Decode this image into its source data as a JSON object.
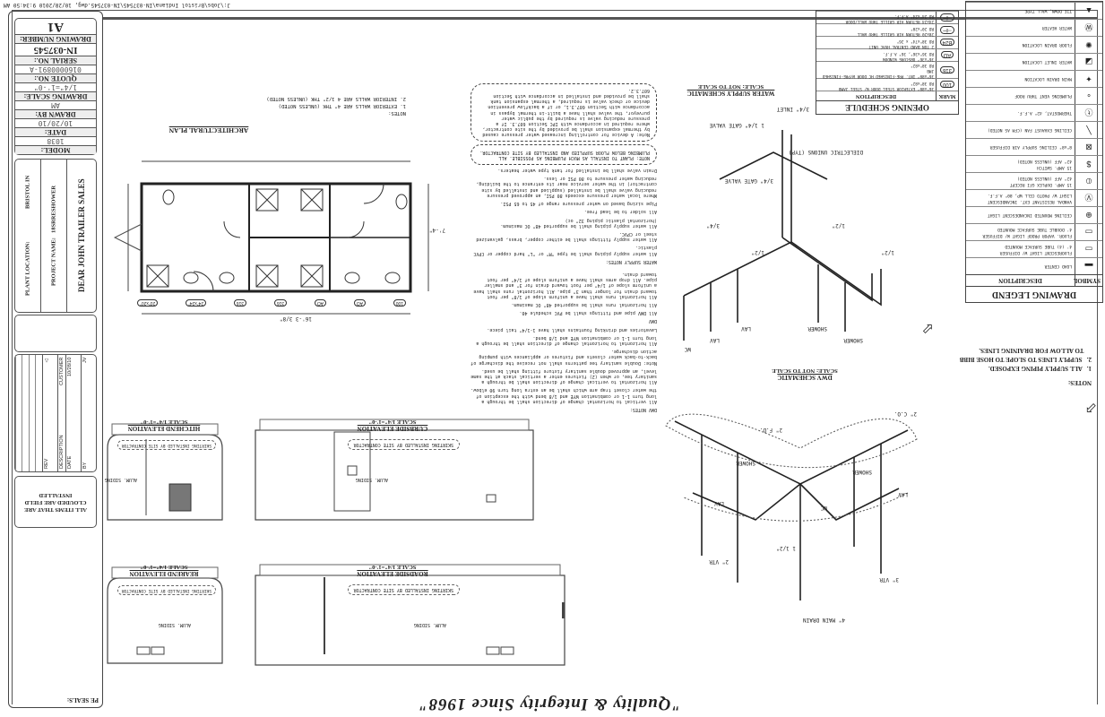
{
  "file_path": "J:\\Jobs\\Bristol Indiana\\IN-037545\\IN-037545.dwg, 10/28/2010 9:34:50 AM",
  "banner": "\"Quality & Integrity Since 1968\"",
  "title_block": {
    "pe_seals": "PE SEALS:",
    "clouded_note": "ALL ITEMS THAT ARE CLOUDED ARE FIELD INSTALLED",
    "revision_headers": {
      "rev": "REV",
      "description": "DESCRIPTION",
      "date": "DATE",
      "by": "BY"
    },
    "revision_rows": [
      {
        "rev": "△",
        "description": "CUSTOMER",
        "date": "10/28/10",
        "by": "JV"
      }
    ],
    "client": "DEAR JOHN TRAILER SALES",
    "project_name_label": "PROJECT NAME:",
    "project_name": "18SRRESHOWER",
    "plant_location_label": "PLANT LOCATION:",
    "plant_location": "BRISTOL IN",
    "fields": [
      {
        "label": "MODEL:",
        "value": "1038"
      },
      {
        "label": "DATE:",
        "value": "10/20/10"
      },
      {
        "label": "DRAWN BY:",
        "value": "AM"
      },
      {
        "label": "DRAWING SCALE:",
        "value": "1/4\"=1'-0\""
      },
      {
        "label": "QUOTE NO.:",
        "value": "0160000891-A"
      },
      {
        "label": "SERIAL NO.:",
        "value": "IN-037545"
      },
      {
        "label": "DRAWING NUMBER:",
        "value": "A1"
      }
    ]
  },
  "legend": {
    "title": "DRAWING LEGEND",
    "symbol_header": "SYMBOL",
    "description_header": "DESCRIPTION",
    "rows": [
      {
        "icon": "load-center-icon",
        "glyph": "▬",
        "lines": [
          "LOAD CENTER"
        ]
      },
      {
        "icon": "fluorescent-light-icon",
        "glyph": "▭",
        "lines": [
          "FLUORESCENT LIGHT W/ DIFFUSER",
          "4' (4) TUBE SURFACE MOUNTED"
        ]
      },
      {
        "icon": "vapor-proof-light-icon",
        "glyph": "▭",
        "lines": [
          "FLUOR. VAPOR PROOF LIGHT W/ DIFFUSER",
          "4' DOUBLE TUBE SURFACE MOUNTED"
        ]
      },
      {
        "icon": "ceiling-light-icon",
        "glyph": "⊕",
        "lines": [
          "CEILING MOUNTED INCANDESCENT LIGHT"
        ]
      },
      {
        "icon": "exterior-light-icon",
        "glyph": "Ⓥ",
        "lines": [
          "VANDAL RESISTANT EXT. INCANDESCENT",
          "LIGHT W/ PHOTO CELL WP, 80\" A.F.F."
        ]
      },
      {
        "icon": "gfi-receptacle-icon",
        "glyph": "⦶",
        "lines": [
          "15 AMP. DUPLEX GFI RECEPT",
          "42\" AFF (UNLESS NOTED)"
        ]
      },
      {
        "icon": "switch-icon",
        "glyph": "$",
        "lines": [
          "15 AMP. SWITCH",
          "42\" AFF (UNLESS NOTED)"
        ]
      },
      {
        "icon": "supply-diffuser-icon",
        "glyph": "⊠",
        "lines": [
          "8\"x8\" CEILING SUPPLY AIR DIFFUSER"
        ]
      },
      {
        "icon": "exhaust-fan-icon",
        "glyph": "╲",
        "lines": [
          "CEILING EXHAUST FAN (CFM AS NOTED)"
        ]
      },
      {
        "icon": "thermostat-icon",
        "glyph": "ⓣ",
        "lines": [
          "THERMOSTAT, 42\" A.F.F."
        ]
      },
      {
        "icon": "plumbing-vent-icon",
        "glyph": "∘",
        "lines": [
          "PLUMBING VENT THRU ROOF"
        ]
      },
      {
        "icon": "main-drain-icon",
        "glyph": "✦",
        "lines": [
          "MAIN DRAIN LOCATION"
        ]
      },
      {
        "icon": "water-inlet-icon",
        "glyph": "◪",
        "lines": [
          "WATER INLET LOCATION"
        ]
      },
      {
        "icon": "floor-drain-icon",
        "glyph": "✺",
        "lines": [
          "FLOOR DRAIN LOCATION"
        ]
      },
      {
        "icon": "water-heater-icon",
        "glyph": "Ⓦ",
        "lines": [
          "WATER HEATER"
        ]
      },
      {
        "icon": "tie-down-icon",
        "glyph": "▲",
        "lines": [
          "TIE DOWN, WALL TYPE"
        ]
      }
    ]
  },
  "schedule": {
    "title": "OPENING SCHEDULE",
    "mark_header": "MARK",
    "description_header": "DESCRIPTION",
    "rows": [
      {
        "mark": "100",
        "lines": [
          "36\"x80\" EXTERIOR STEEL DOOR W/ STEEL JAMB",
          "RO 38\"x82\""
        ]
      },
      {
        "mark": "316",
        "lines": [
          "36\"x80\" INT. PRE-FINISHED HC DOOR W/PRE-FINISHED JMB",
          "RO 38\"x82\""
        ]
      },
      {
        "mark": "AO",
        "lines": [
          "36\"x36\" OBSCURE WINDOW",
          "RO 36\"x36\", 36\" A.F.F."
        ]
      },
      {
        "mark": "B24",
        "lines": [
          "2 TON BARD CENTRAL HVAC UNIT",
          "RO 38\"x74\" x 26\""
        ]
      },
      {
        "mark": "⊣⊢",
        "lines": [
          "20x20 RETURN AIR GRILLE THRU WALL",
          "RO 20\"x20\""
        ]
      },
      {
        "mark": "⊣⊢",
        "lines": [
          "24x24 RETURN AIR GRILLE THRU WALL/DOOR",
          "RO 24\"x24\" A.F.F."
        ]
      }
    ]
  },
  "supply_notes": {
    "heading": "NOTES:",
    "items": [
      "1.   ALL SUPPLY PIPING EXPOSED.",
      "2.   SUPPLY LINES TO SLOPE TO HOSE BIBB",
      "     TO ALLOW FOR DRAINING LINES."
    ]
  },
  "general_notes": {
    "cloud1": "NOTE: PLANT TO INSTALL AS MUCH PLUMBING AS POSSIBLE. ALL PLUMBING BELOW FLOOR SUPPLIED AND INSTALLED BY SITE CONTRACTOR.",
    "cloud2": "Note: A device for controlling increased water pressure caused by thermal expansion shall be provided by the site contractor, where required in accordance with IPC Section 607.3. If a pressure reducing valve is required by the public water purveyor, the valve shall have a built-in thermal bypass in accordance with Section 607.3.1, or if a backflow prevention device or check valve is required, a thermal expansion tank shall be provided and installed in accordance with Section 607.3.2.",
    "drain": "Drain valve shall be installed for tank type water heaters.",
    "pressure": "Where local water pressure exceeds 80 PSI, an approved pressure reducing valve shall be installed (supplied and installed by site contractor) in the water service near its entrance to the building, reducing water pressure to 80 PSI or less.",
    "pipe_sizing": "Pipe sizing based on water pressure range of 45 to 65 PSI.",
    "water_heading": "WATER SUPPLY NOTES:",
    "water_items": [
      "All water supply piping shall be type \"M\" or \"L\" hard copper or CPVC plastic.",
      "All water supply fittings shall be either copper, brass, galvanized steel or CPVC.",
      "All water supply piping shall be supported 48\" OC maximum. (horizontal plastic piping 32\" oc)",
      "All solder to be lead free."
    ],
    "dwv_heading": "DWV NOTES:",
    "dwv_items": [
      "All vertical to horizontal change of direction shall be through a long turn 1-1 or combination WYE and 1/8 bend with the exception of the water closet trap arm which shall be an extra long turn 90 elbow.",
      "All horizontal to vertical change of direction shall be through a sanitary tee, or when (2) fixtures enter a vertical stack at the same level, an approved double sanitary fixture fitting shall be used.",
      "Note: Double sanitary tee patterns shall not receive the discharge of back-to-back water closets and fixtures or appliances with pumping action discharge.",
      "All horizontal to horizontal change of direction shall be through a long turn 1-1 or combination WYE and 1/8 bend.",
      "Lavatories and drinking fountains shall have 1-1/4\" tail piece.",
      "DWV",
      "All DWV pipe and fittings shall be PVC schedule 40.",
      "All horizontal runs shall be supported 48\" OC maximum.",
      "All horizontal runs shall have a uniform slope of 1/8\" per foot toward drain for longer than 3\" pipe. All horizontal runs shall have a uniform slope of 1/4\" per foot toward drain for 3\" and smaller pipe. All drop arms shall have a uniform slope of 1/4\" per foot toward drain."
    ]
  },
  "drawings": {
    "arch_plan": {
      "title": "ARCHITECTURAL PLAN",
      "notes_heading": "NOTES:",
      "notes": [
        "1.  EXTERIOR WALLS ARE 4\" THK (UNLESS NOTED)",
        "2.  INTERIOR WALLS ARE 4 1/2\" THK (UNLESS NOTED)"
      ],
      "overall_dim": "16'-3 3/8\"",
      "width_dim": "7'-4\"",
      "marks": [
        "100",
        "AO",
        "AO",
        "316",
        "316",
        "24\"x24\"",
        "20\"x20\""
      ]
    },
    "water_schematic": {
      "title": "WATER SUPPLY SCHEMATIC",
      "scale": "SCALE: NOT TO SCALE",
      "labels": [
        "1/2\"",
        "1/2\"",
        "1/2\"",
        "3/4\"",
        "SHOWER",
        "SHOWER",
        "LAV",
        "LAV",
        "WC",
        "3/4\" GATE VALVE",
        "DIELECTRIC UNIONS (TYP)",
        "3/4\" INLET",
        "1 1/4\" GATE VALVE"
      ]
    },
    "dwv_schematic": {
      "title": "DWV SCHEMATIC",
      "scale": "SCALE: NOT TO SCALE",
      "labels": [
        "4\" MAIN DRAIN",
        "2\" C.O.",
        "3\" VTR",
        "2\" VTR",
        "1 1/2\"",
        "SHOWER",
        "SHOWER",
        "LAV",
        "LAV",
        "WC",
        "2\" F.D."
      ]
    },
    "elevations": [
      {
        "title": "ROADSIDE ELEVATION",
        "scale": "SCALE 1/4\"=1'-0\"",
        "skirt": "SKIRTING INSTALLED BY SITE CONTRACTOR",
        "siding": "ALUM. SIDING"
      },
      {
        "title": "REAREND ELEVATION",
        "scale": "SCALE 1/4\"=1'-0\"",
        "skirt": "SKIRTING INSTALLED BY SITE CONTRACTOR",
        "siding": "ALUM. SIDING"
      },
      {
        "title": "CURBSIDE ELEVATION",
        "scale": "SCALE 1/4\"=1'-0\"",
        "skirt": "SKIRTING INSTALLED BY SITE CONTRACTOR",
        "siding": "ALUM. SIDING"
      },
      {
        "title": "HITCHEND ELEVATION",
        "scale": "SCALE 1/4\"=1'-0\"",
        "skirt": "SKIRTING INSTALLED BY SITE CONTRACTOR",
        "siding": "ALUM. SIDING"
      }
    ]
  }
}
